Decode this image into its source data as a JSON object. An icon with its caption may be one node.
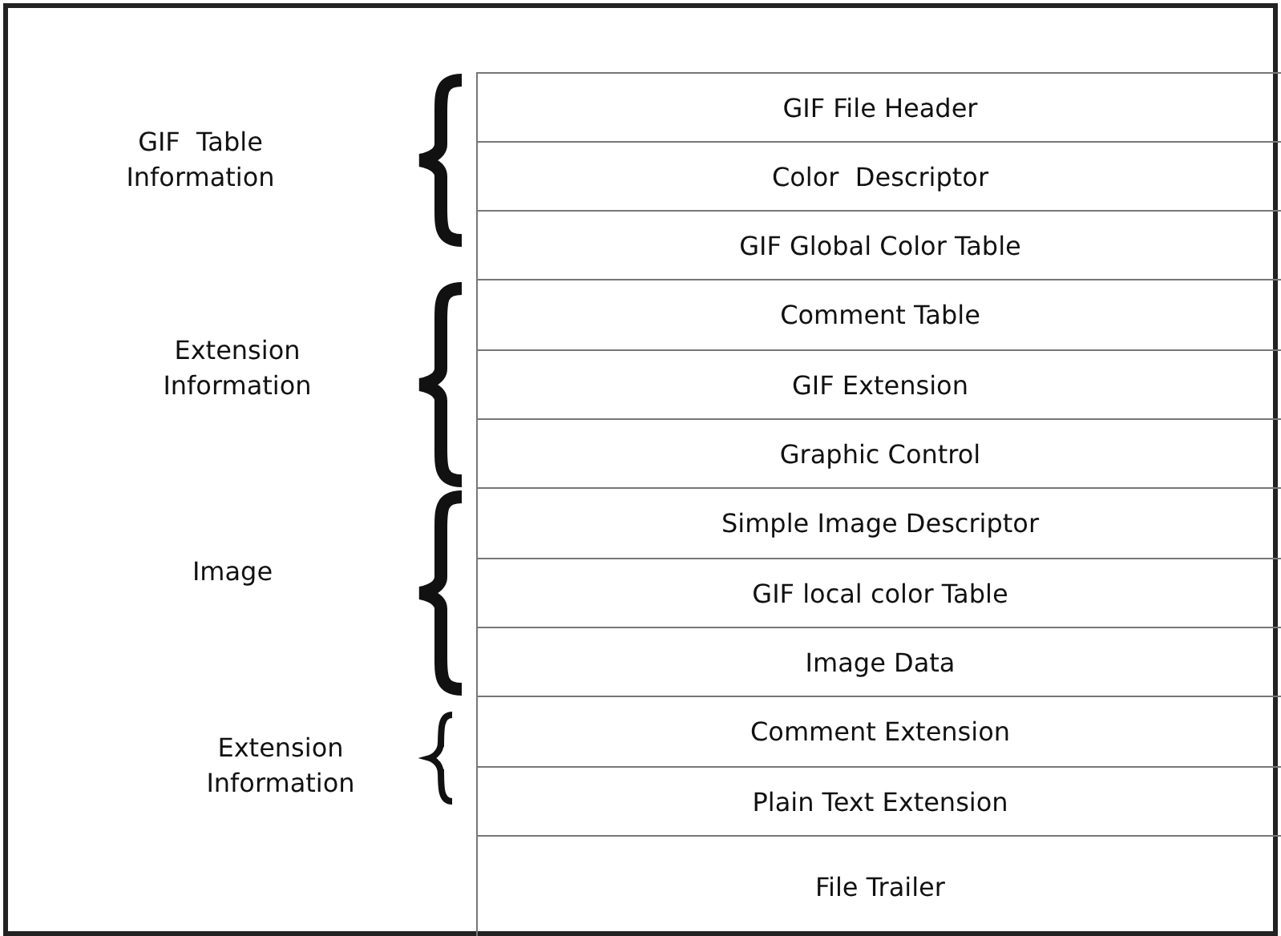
{
  "diagram": {
    "nodes": [
      {
        "text": [
          "GIF File Header"
        ]
      },
      {
        "text": [
          "Color  Descriptor"
        ]
      },
      {
        "text": [
          "GIF Global Color Table"
        ]
      },
      {
        "text": [
          "Comment Table"
        ]
      },
      {
        "text": [
          "GIF Extension"
        ]
      },
      {
        "text": [
          "Graphic Control"
        ]
      },
      {
        "text": [
          "Simple Image Descriptor"
        ]
      },
      {
        "text": [
          "GIF local color Table"
        ]
      },
      {
        "text": [
          "Image Data"
        ]
      },
      {
        "text": [
          "Comment Extension"
        ]
      },
      {
        "text": [
          "Plain Text Extension"
        ]
      },
      {
        "text": [
          "File Trailer"
        ]
      }
    ],
    "labels": [
      "GIF  Table Information",
      "Extension Information",
      "Image",
      "Extension Information"
    ]
  }
}
